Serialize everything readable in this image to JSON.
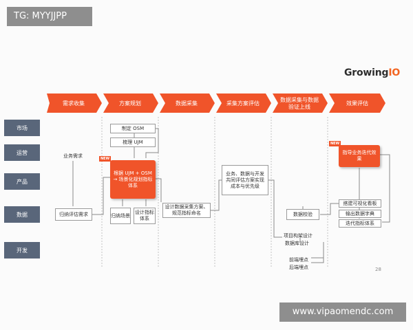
{
  "tag": "TG: MYYJJPP",
  "watermark": "www.vipaomendc.com",
  "logo": {
    "main": "Growing",
    "accent": "IO"
  },
  "phases": [
    "需求收集",
    "方案规划",
    "数据采集",
    "采集方案评估",
    "数据采集与数据验证上线",
    "效果评估"
  ],
  "roles": [
    "市场",
    "运营",
    "产品",
    "数据",
    "开发"
  ],
  "nodes": {
    "biz_need": "业务需求",
    "summarize_need": "归纳评估需求",
    "set_osm": "制定 OSM",
    "sort_ujm": "梳理 UJM",
    "core_plan": "根据 UJM + OSM → 场景化规划指标体系",
    "summarize_scene": "归纳场景",
    "design_index": "设计指标体系",
    "design_collect": "设计数据采集方案、规范指标命名",
    "evaluate": "业务、数据与开发共同评估方案实现成本与优先级",
    "data_check": "数据校验",
    "project_design": "项目构架设计",
    "db_design": "数据库设计",
    "frontend": "前端埋点",
    "backend": "后端埋点",
    "guide": "指导业务迭代效果",
    "dashboard": "搭建可视化看板",
    "dictionary": "输出数据字典",
    "iterate": "迭代指标体系"
  },
  "new_label": "NEW",
  "page_number": "28",
  "colors": {
    "phase": "#f0542a",
    "role": "#59667a",
    "accent": "#f0542a"
  }
}
